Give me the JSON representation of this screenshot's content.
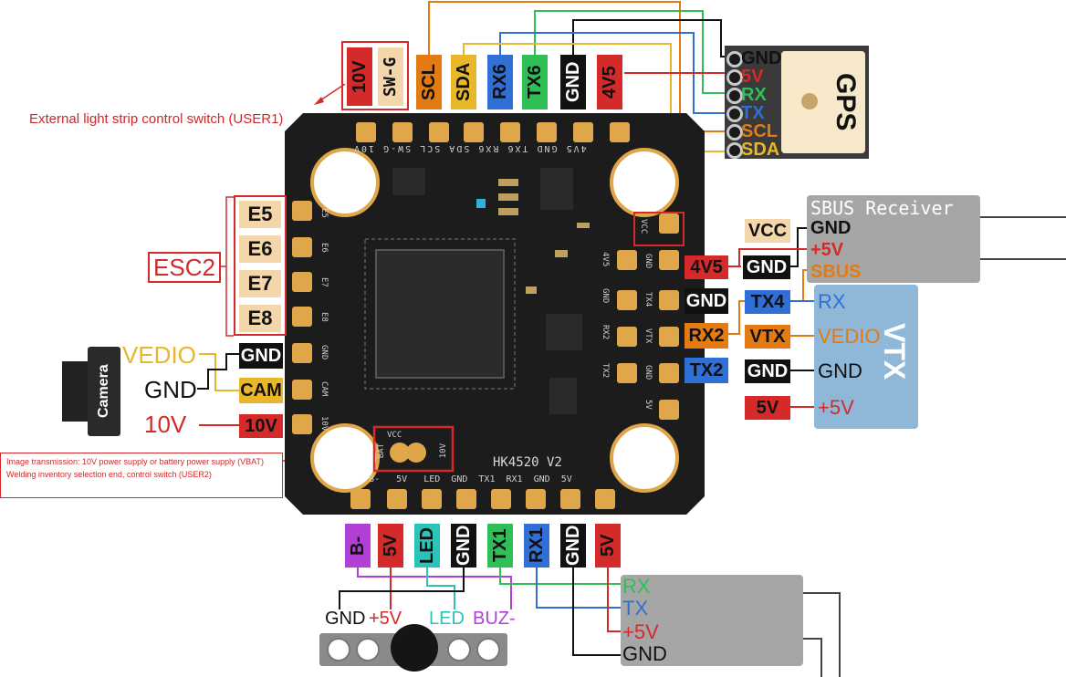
{
  "colors": {
    "red": "#d42a2a",
    "orange": "#e37b12",
    "yellow": "#e8b72a",
    "green": "#2fbf56",
    "blue": "#2f6fd6",
    "purple": "#b23fd6",
    "teal": "#2cc4b8",
    "tan": "#f3d6a9",
    "black": "#111111",
    "board": "#1c1c1c",
    "pad": "#e0a64a",
    "gray": "#a6a6a6",
    "vtxblue": "#8fb8d8"
  },
  "top_labels": {
    "user1_10v": "10V",
    "user1_swg": "SW-G",
    "scl": "SCL",
    "sda": "SDA",
    "rx6": "RX6",
    "tx6": "TX6",
    "gnd": "GND",
    "v4v5": "4V5"
  },
  "note_user1": "External light strip control switch (USER1)",
  "gps": {
    "title": "GPS",
    "pins": [
      "GND",
      "5V",
      "RX",
      "TX",
      "SCL",
      "SDA"
    ]
  },
  "esc": {
    "title": "ESC2",
    "pins": [
      "E5",
      "E6",
      "E7",
      "E8"
    ]
  },
  "camera": {
    "icon_label": "Camera",
    "vedio": "VEDIO",
    "gnd": "GND",
    "pad_gnd": "GND",
    "pad_cam": "CAM",
    "v10": "10V",
    "pad_10v": "10V"
  },
  "note_user2": {
    "line1": "Image transmission: 10V power supply or battery power supply (VBAT)",
    "line2": "Welding inventory selection end, control switch (USER2)"
  },
  "sbus": {
    "title": "SBUS Receiver",
    "vcc": "VCC",
    "gnd_pad": "GND",
    "pad_4v5": "4V5",
    "pins": [
      "GND",
      "+5V",
      "SBUS"
    ]
  },
  "vtx": {
    "title": "VTX",
    "pad_gnd": "GND",
    "pad_rx2": "RX2",
    "pad_tx2": "TX2",
    "tx4": "TX4",
    "vtx": "VTX",
    "gnd": "GND",
    "v5": "5V",
    "rx": "RX",
    "vedio": "VEDIO",
    "gnd2": "GND",
    "plus5v": "+5V"
  },
  "bottom_labels": [
    "B-",
    "5V",
    "LED",
    "GND",
    "TX1",
    "RX1",
    "GND",
    "5V"
  ],
  "buzzer": {
    "gnd": "GND",
    "plus5v": "+5V",
    "led": "LED",
    "buz": "BUZ-"
  },
  "receiver2": {
    "pins": [
      "RX",
      "TX",
      "+5V",
      "GND"
    ]
  },
  "board": {
    "model": "HK4520 V2",
    "top_silk": "4V5 GND TX6 RX6 SDA SCL SW-G 10V",
    "left_silk": [
      "E5",
      "E6",
      "E7",
      "E8",
      "GND",
      "CAM",
      "10V"
    ],
    "right_silk_outer": [
      "VCC",
      "4V5",
      "GND",
      "TX4",
      "VTX",
      "GND",
      "5V"
    ],
    "right_silk_inner": [
      "GND",
      "RX2",
      "TX2"
    ],
    "bottom_silk": "B-   5V   LED  GND  TX1  RX1  GND  5V",
    "sel_vcc": "VCC",
    "sel_bat": "BAT",
    "sel_10v": "10V"
  }
}
